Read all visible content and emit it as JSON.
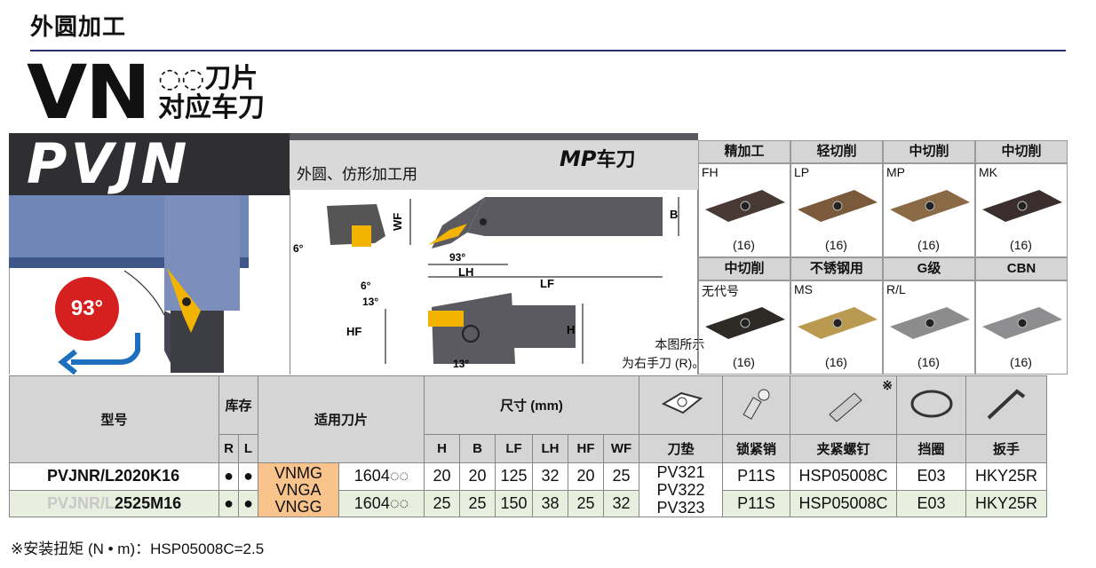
{
  "header": {
    "section_title": "外圆加工",
    "vn": "VN",
    "sub_line1": "◌◌刀片",
    "sub_line2": "对应车刀"
  },
  "holder": {
    "name": "PVJN",
    "angle": "93°"
  },
  "diagram": {
    "subtitle": "外圆、仿形加工用",
    "mp_label": "MP",
    "mp_suffix": "车刀",
    "note_line1": "本图所示",
    "note_line2": "为右手刀 (R)。",
    "labels": {
      "wf": "WF",
      "b": "B",
      "a6": "6°",
      "a93": "93°",
      "lh": "LH",
      "lf": "LF",
      "a6b": "6°",
      "a13": "13°",
      "hf": "HF",
      "h": "H",
      "a13b": "13°"
    }
  },
  "inserts": [
    {
      "category": "精加工",
      "code": "FH",
      "count": "(16)",
      "color": "#4a3a36"
    },
    {
      "category": "轻切削",
      "code": "LP",
      "count": "(16)",
      "color": "#7a5a3a"
    },
    {
      "category": "中切削",
      "code": "MP",
      "count": "(16)",
      "color": "#8a6a44"
    },
    {
      "category": "中切削",
      "code": "MK",
      "count": "(16)",
      "color": "#3a2e2e"
    },
    {
      "category": "中切削",
      "code": "无代号",
      "count": "(16)",
      "color": "#2e2a26"
    },
    {
      "category": "不锈钢用",
      "code": "MS",
      "count": "(16)",
      "color": "#b99a50"
    },
    {
      "category": "G级",
      "code": "R/L",
      "count": "(16)",
      "color": "#8c8c8c"
    },
    {
      "category": "CBN",
      "code": "",
      "count": "(16)",
      "color": "#8e8e90"
    }
  ],
  "table": {
    "h_model": "型号",
    "h_stock": "库存",
    "h_insert": "适用刀片",
    "h_dims": "尺寸 (mm)",
    "h_r": "R",
    "h_l": "L",
    "dims": [
      "H",
      "B",
      "LF",
      "LH",
      "HF",
      "WF"
    ],
    "parts": [
      "刀垫",
      "锁紧销",
      "夹紧螺钉",
      "挡圈",
      "扳手"
    ],
    "screw_mark": "※",
    "insert_types": "VNMG\nVNGA\nVNGG",
    "insert_size": "1604◌◌",
    "rows": [
      {
        "model": "PVJNR/L2020K16",
        "r": "●",
        "l": "●",
        "H": "20",
        "B": "20",
        "LF": "125",
        "LH": "32",
        "HF": "20",
        "WF": "25",
        "pin": "P11S",
        "screw": "HSP05008C",
        "ring": "E03",
        "wrench": "HKY25R"
      },
      {
        "model_prefix": "PVJNR/L",
        "model_suffix": "2525M16",
        "r": "●",
        "l": "●",
        "H": "25",
        "B": "25",
        "LF": "150",
        "LH": "38",
        "HF": "25",
        "WF": "32",
        "pin": "P11S",
        "screw": "HSP05008C",
        "ring": "E03",
        "wrench": "HKY25R"
      }
    ],
    "shim": "PV321\nPV322\nPV323"
  },
  "footnote": "※安装扭矩 (N • m)：HSP05008C=2.5"
}
